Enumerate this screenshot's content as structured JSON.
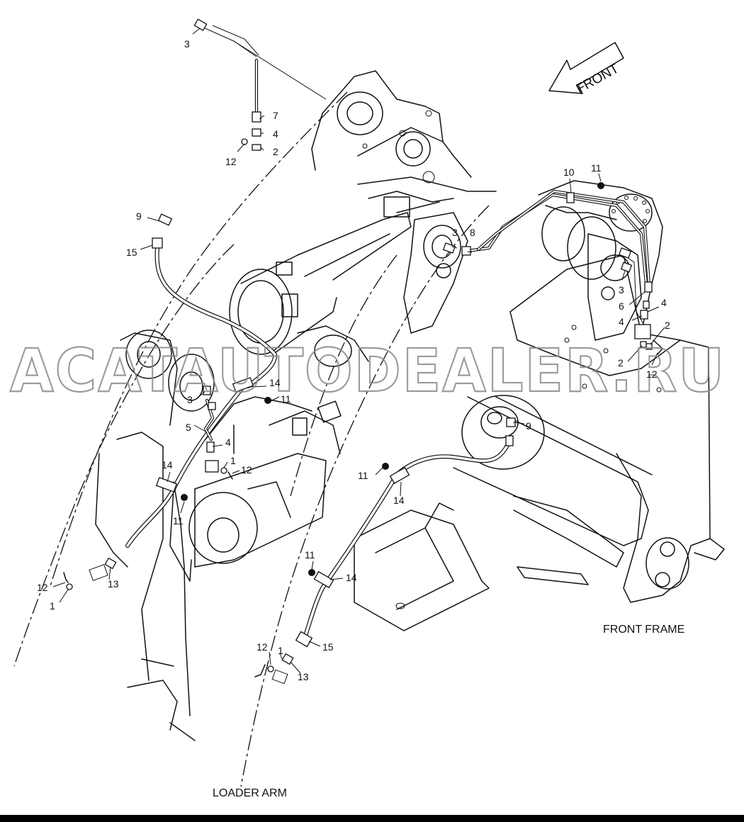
{
  "labels": {
    "front_frame": "FRONT FRAME",
    "loader_arm": "LOADER ARM",
    "front_arrow": "FRONT"
  },
  "watermark": "ACATAUTODEALER.RU",
  "callouts": [
    "3",
    "7",
    "4",
    "2",
    "12",
    "9",
    "15",
    "3",
    "8",
    "10",
    "11",
    "3",
    "6",
    "4",
    "4",
    "2",
    "2",
    "12",
    "3",
    "5",
    "4",
    "1",
    "12",
    "14",
    "11",
    "14",
    "11",
    "9",
    "11",
    "14",
    "12",
    "1",
    "13",
    "11",
    "14",
    "12",
    "1",
    "15",
    "13"
  ]
}
